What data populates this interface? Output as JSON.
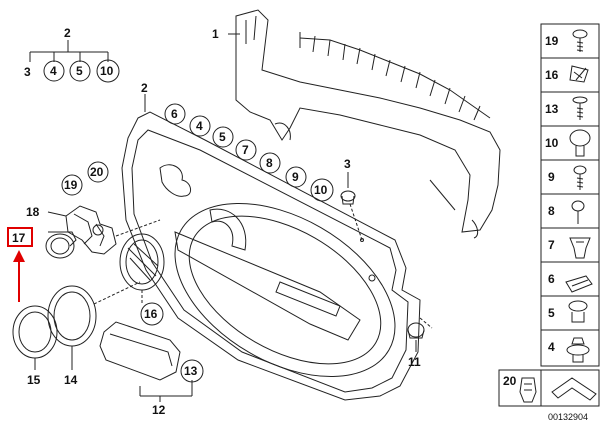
{
  "callouts": {
    "c1": "1",
    "c2a": "2",
    "c2b": "2",
    "c3a": "3",
    "c3b": "3",
    "c4a": "4",
    "c5a": "5",
    "c10a": "10",
    "c6": "6",
    "c4b": "4",
    "c5b": "5",
    "c7": "7",
    "c8": "8",
    "c9": "9",
    "c10b": "10",
    "c20": "20",
    "c19": "19",
    "c18": "18",
    "c17": "17",
    "c16": "16",
    "c15": "15",
    "c14": "14",
    "c13": "13",
    "c12": "12",
    "c11": "11"
  },
  "parts_table": {
    "rows": [
      "19",
      "16",
      "13",
      "10",
      "9",
      "8",
      "7",
      "6",
      "5",
      "4"
    ],
    "bottom_label": "20",
    "diagram_id": "00132904"
  },
  "colors": {
    "highlight": "#e00000",
    "line": "#222222"
  }
}
